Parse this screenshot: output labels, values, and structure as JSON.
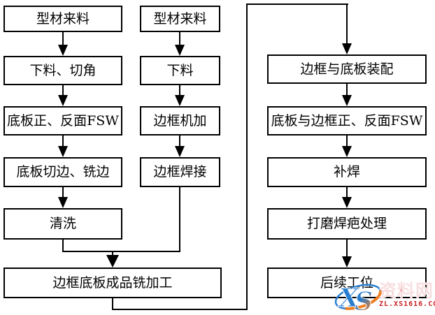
{
  "flow": {
    "col1": [
      {
        "label": "型材来料"
      },
      {
        "label": "下料、切角"
      },
      {
        "label": "底板正、反面FSW"
      },
      {
        "label": "底板切边、铣边"
      },
      {
        "label": "清洗"
      }
    ],
    "col2": [
      {
        "label": "型材来料"
      },
      {
        "label": "下料"
      },
      {
        "label": "边框机加"
      },
      {
        "label": "边框焊接"
      }
    ],
    "merge": {
      "label": "边框底板成品铣加工"
    },
    "col3": [
      {
        "label": "边框与底板装配"
      },
      {
        "label": "底板与边框正、反面FSW"
      },
      {
        "label": "补焊"
      },
      {
        "label": "打磨焊疤处理"
      },
      {
        "label": "后续工位"
      }
    ]
  },
  "colors": {
    "line": "#000000",
    "box_background": "#ffffff",
    "watermark_red": "#cf2430",
    "watermark_url_red": "#cc2222",
    "logo_blue": "#2a7ed0",
    "logo_orange": "#ef7f22"
  },
  "watermark": {
    "logo_text": "XS",
    "site_name": "资料网",
    "site_url": "ZL.XS1616.COM"
  }
}
